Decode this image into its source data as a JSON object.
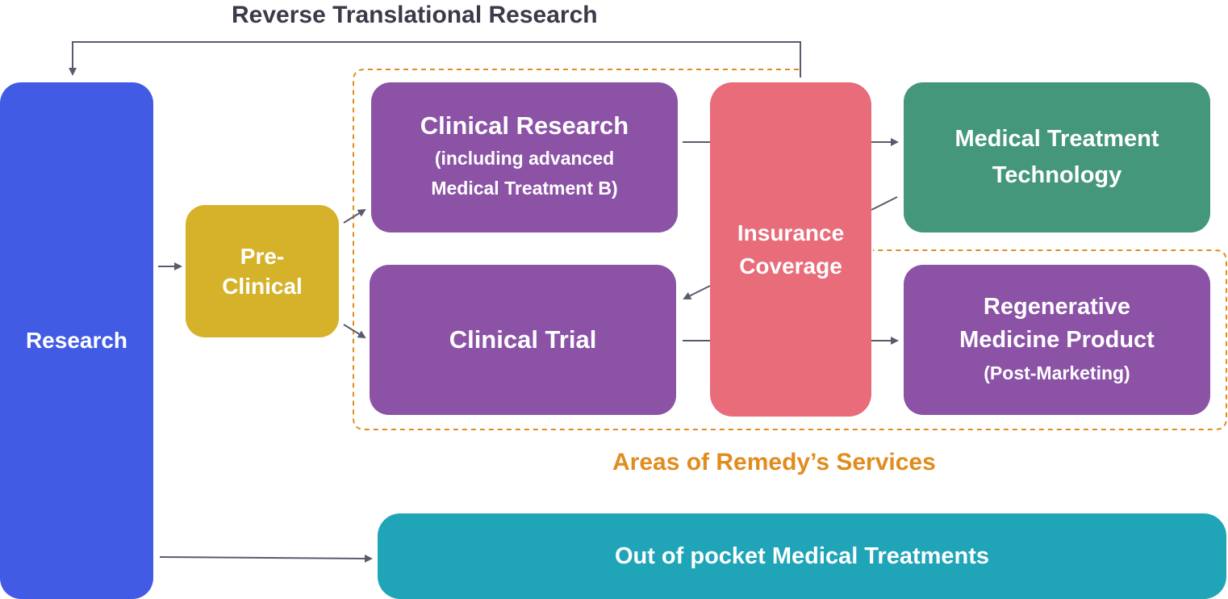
{
  "title": "Reverse Translational Research",
  "areas_label": "Areas of Remedy’s Services",
  "boxes": {
    "research": "Research",
    "preclinical_line1": "Pre-",
    "preclinical_line2": "Clinical",
    "clinical_research_title": "Clinical Research",
    "clinical_research_sub1": "(including advanced",
    "clinical_research_sub2": "Medical Treatment B)",
    "clinical_trial": "Clinical Trial",
    "insurance_line1": "Insurance",
    "insurance_line2": "Coverage",
    "med_tech_line1": "Medical Treatment",
    "med_tech_line2": "Technology",
    "regen_line1": "Regenerative",
    "regen_line2": "Medicine Product",
    "regen_sub": "(Post-Marketing)",
    "out_of_pocket": "Out of pocket Medical Treatments"
  },
  "colors": {
    "research": "#415be4",
    "preclinical": "#d6b22a",
    "clinical": "#8b52a6",
    "insurance": "#e86c7a",
    "med_tech": "#44977a",
    "out_of_pocket": "#1fa4b8",
    "areas_border": "#e08c1e",
    "arrow": "#5a5a6e"
  }
}
